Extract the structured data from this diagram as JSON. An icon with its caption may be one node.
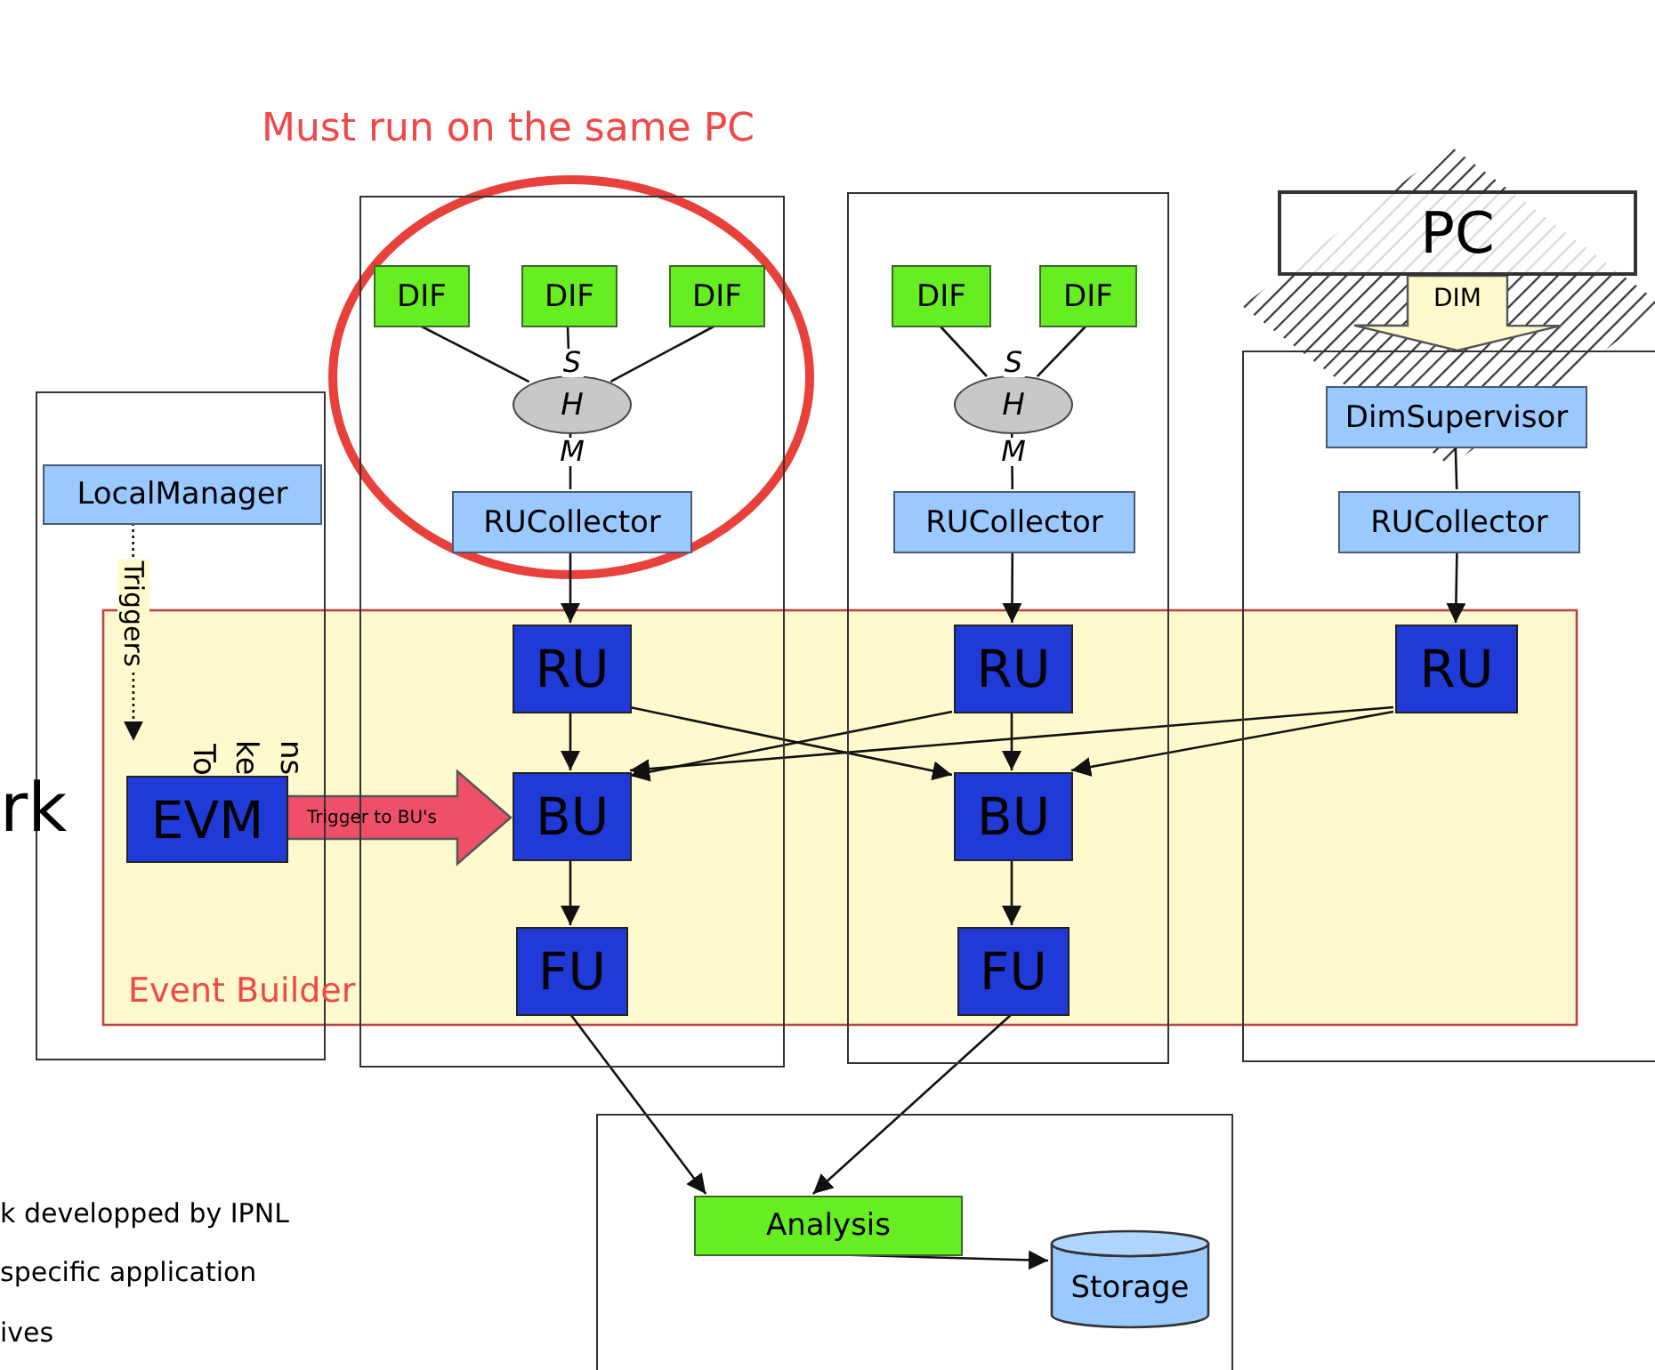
{
  "diagram": {
    "nodes": [
      {
        "text": [],
        "shape": "box"
      },
      {
        "text": [
          "LocalManager"
        ],
        "in": 0
      },
      {
        "text": [],
        "shape": "box"
      },
      {
        "text": [
          "DIF"
        ],
        "in": 2
      },
      {
        "text": [
          "DIF"
        ],
        "in": 2
      },
      {
        "text": [
          "DIF"
        ],
        "in": 2
      },
      {
        "text": [
          "H"
        ],
        "in": 2,
        "beside": [
          "S",
          "M"
        ]
      },
      {
        "text": [
          "RUCollector"
        ],
        "in": 2
      },
      {
        "text": [],
        "shape": "box"
      },
      {
        "text": [
          "DIF"
        ],
        "in": 8
      },
      {
        "text": [
          "DIF"
        ],
        "in": 8
      },
      {
        "text": [
          "H"
        ],
        "in": 8,
        "beside": [
          "S",
          "M"
        ]
      },
      {
        "text": [
          "RUCollector"
        ],
        "in": 8
      },
      {
        "text": [
          "PC"
        ]
      },
      {
        "text": [],
        "shape": "box"
      },
      {
        "text": [
          "DimSupervisor"
        ],
        "in": 14
      },
      {
        "text": [
          "RUCollector"
        ],
        "in": 14
      },
      {
        "text": [
          "EVM"
        ],
        "in": 0
      },
      {
        "text": [
          "RU"
        ],
        "in": 2
      },
      {
        "text": [
          "BU"
        ],
        "in": 2
      },
      {
        "text": [
          "FU"
        ],
        "in": 2
      },
      {
        "text": [
          "RU"
        ],
        "in": 8
      },
      {
        "text": [
          "BU"
        ],
        "in": 8
      },
      {
        "text": [
          "FU"
        ],
        "in": 8
      },
      {
        "text": [
          "RU"
        ],
        "in": 14
      },
      {
        "text": [],
        "shape": "box"
      },
      {
        "text": [
          "Analysis"
        ],
        "in": 25
      },
      {
        "text": [
          "Storage"
        ],
        "in": 25
      }
    ],
    "edges": [
      {
        "from": 3,
        "to": 6,
        "arrow": "none"
      },
      {
        "from": 4,
        "to": 6,
        "arrow": "none"
      },
      {
        "from": 5,
        "to": 6,
        "arrow": "none"
      },
      {
        "from": 6,
        "to": 7,
        "arrow": "none"
      },
      {
        "from": 7,
        "to": 18,
        "arrow": "to"
      },
      {
        "from": 18,
        "to": 19,
        "arrow": "to"
      },
      {
        "from": 19,
        "to": 20,
        "arrow": "to"
      },
      {
        "from": 9,
        "to": 11,
        "arrow": "none"
      },
      {
        "from": 10,
        "to": 11,
        "arrow": "none"
      },
      {
        "from": 11,
        "to": 12,
        "arrow": "none"
      },
      {
        "from": 12,
        "to": 21,
        "arrow": "to"
      },
      {
        "from": 21,
        "to": 22,
        "arrow": "to"
      },
      {
        "from": 22,
        "to": 23,
        "arrow": "to"
      },
      {
        "from": 13,
        "to": 14,
        "arrow": "to",
        "label": "DIM",
        "style": "thick",
        "color": "#fffacd"
      },
      {
        "from": 15,
        "to": 16,
        "arrow": "none"
      },
      {
        "from": 16,
        "to": 24,
        "arrow": "to"
      },
      {
        "from": 18,
        "to": 22,
        "arrow": "to"
      },
      {
        "from": 21,
        "to": 19,
        "arrow": "to"
      },
      {
        "from": 24,
        "to": 19,
        "arrow": "to"
      },
      {
        "from": 24,
        "to": 22,
        "arrow": "to"
      },
      {
        "from": 1,
        "to": 17,
        "arrow": "to",
        "label": "Triggers",
        "style": "dashed"
      },
      {
        "from": 17,
        "to": 19,
        "arrow": "to",
        "label": "Trigger to BU's",
        "style": "thick",
        "color": "#ee506a"
      },
      {
        "from": 20,
        "to": 26,
        "arrow": "to"
      },
      {
        "from": 23,
        "to": 26,
        "arrow": "to"
      },
      {
        "from": 26,
        "to": 27,
        "arrow": "to"
      }
    ],
    "labels": [
      "Must run on the same PC",
      "To",
      "ke",
      "ns",
      "rk",
      "Event Builder",
      "k developped by IPNL",
      "specific application",
      "ives"
    ]
  }
}
